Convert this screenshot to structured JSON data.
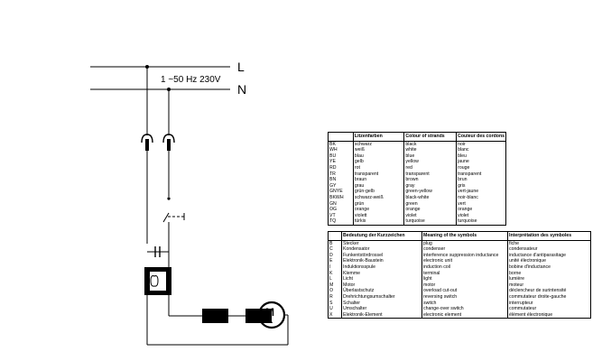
{
  "supply": {
    "line_label": "L",
    "neutral_label": "N",
    "rating": "1 ~50 Hz  230V"
  },
  "motor": {
    "symbol": "M",
    "sub_symbol": "~"
  },
  "colour_table": {
    "headers": [
      "",
      "Litzenfarben",
      "Colour of strands",
      "Couleur des cordons"
    ],
    "rows": [
      [
        "BK",
        "schwarz",
        "black",
        "noir"
      ],
      [
        "WH",
        "weiß",
        "white",
        "blanc"
      ],
      [
        "BU",
        "blau",
        "blue",
        "bleu"
      ],
      [
        "YE",
        "gelb",
        "yellow",
        "jaune"
      ],
      [
        "RD",
        "rot",
        "red",
        "rouge"
      ],
      [
        "TR",
        "transparent",
        "transparent",
        "transparent"
      ],
      [
        "BN",
        "braun",
        "brown",
        "brun"
      ],
      [
        "GY",
        "grau",
        "gray",
        "gris"
      ],
      [
        "GNYE",
        "grün-gelb",
        "green-yellow",
        "vert-jaune"
      ],
      [
        "BKWH",
        "schwarz-weiß",
        "black-white",
        "noir-blanc"
      ],
      [
        "GN",
        "grün",
        "green",
        "vert"
      ],
      [
        "OG",
        "orange",
        "orange",
        "orange"
      ],
      [
        "VT",
        "violett",
        "violet",
        "violet"
      ],
      [
        "TQ",
        "türkis",
        "turquoise",
        "turquoise"
      ]
    ]
  },
  "symbol_table": {
    "headers": [
      "",
      "Bedeutung der Kurzzeichen",
      "Meaning of the symbols",
      "Interprétation des symboles"
    ],
    "rows": [
      [
        "B",
        "Stecker",
        "plug",
        "fiche"
      ],
      [
        "C",
        "Kondensator",
        "condenser",
        "condensateur"
      ],
      [
        "D",
        "Funkentstördrossel",
        "interference suppression inductance",
        "inductance d'antiparasitage"
      ],
      [
        "E",
        "Elektronik-Baustein",
        "electronic unit",
        "unité électronique"
      ],
      [
        "I",
        "Induktionsspule",
        "induction coil",
        "bobine d'inductance"
      ],
      [
        "K",
        "Klemme",
        "terminal",
        "borne"
      ],
      [
        "L",
        "Licht",
        "light",
        "lumière"
      ],
      [
        "M",
        "Motor",
        "motor",
        "moteur"
      ],
      [
        "O",
        "Überlastschutz",
        "overload cut-out",
        "déclencheur de surintensité"
      ],
      [
        "R",
        "Drehrichtungsumschalter",
        "reversing switch",
        "commutateur droite-gauche"
      ],
      [
        "S",
        "Schalter",
        "switch",
        "interrupteur"
      ],
      [
        "U",
        "Umschalter",
        "change-over switch",
        "commutateur"
      ],
      [
        "X",
        "Elektronik-Element",
        "electronic element",
        "élément électronique"
      ]
    ]
  }
}
